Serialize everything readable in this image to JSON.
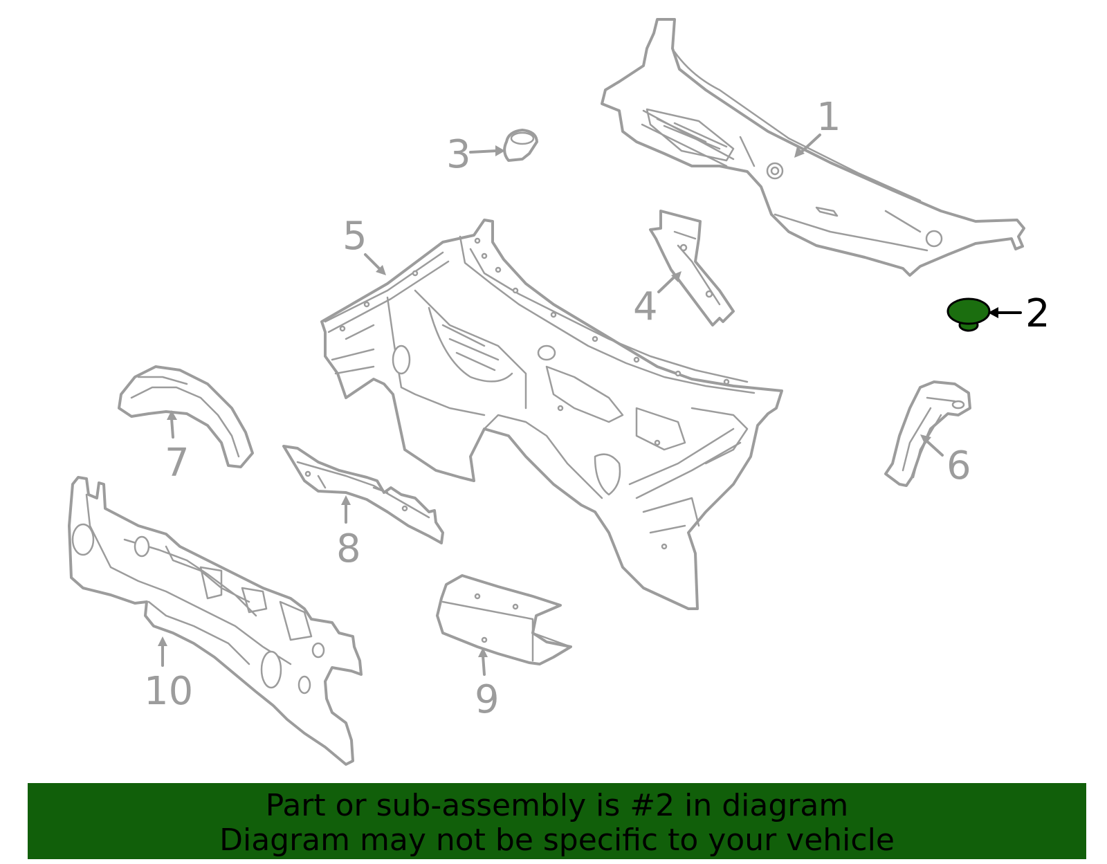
{
  "callouts": {
    "c1": "1",
    "c2": "2",
    "c3": "3",
    "c4": "4",
    "c5": "5",
    "c6": "6",
    "c7": "7",
    "c8": "8",
    "c9": "9",
    "c10": "10"
  },
  "highlighted_part": "2",
  "colors": {
    "outline": "#9c9c9c",
    "highlight": "#1b6e0f",
    "banner": "#115f0a",
    "banner_text": "#000000",
    "active_callout": "#000000"
  },
  "banner": {
    "line1": "Part or sub-assembly is #2 in diagram",
    "line2": "Diagram may not be specific to your vehicle"
  }
}
